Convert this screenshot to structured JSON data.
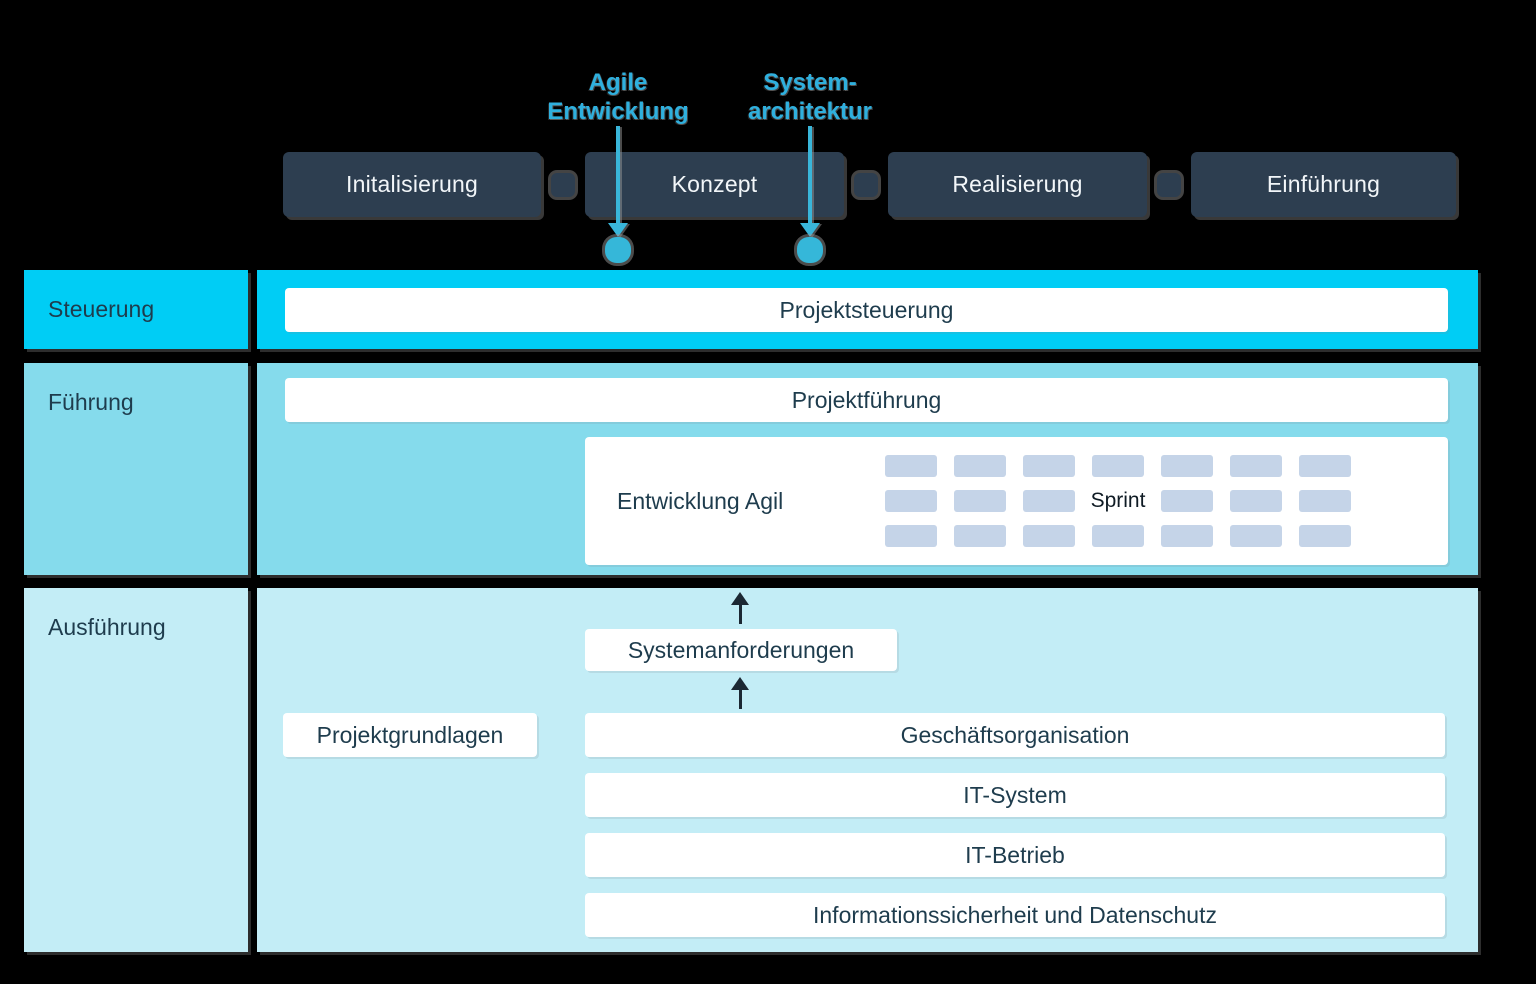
{
  "callouts": [
    {
      "line1": "Agile",
      "line2": "Entwicklung"
    },
    {
      "line1": "System-",
      "line2": "architektur"
    }
  ],
  "phases": [
    {
      "label": "Initalisierung"
    },
    {
      "label": "Konzept"
    },
    {
      "label": "Realisierung"
    },
    {
      "label": "Einführung"
    }
  ],
  "bands": {
    "steuerung": {
      "label": "Steuerung",
      "bar": "Projektsteuerung"
    },
    "fuehrung": {
      "label": "Führung",
      "bar": "Projektführung",
      "agile_box": {
        "label": "Entwicklung Agil",
        "sprint_label": "Sprint",
        "grid": {
          "rows": 3,
          "cols": 7,
          "label_row": 1,
          "label_col": 3
        }
      }
    },
    "ausfuehrung": {
      "label": "Ausführung",
      "system_requirements": "Systemanforderungen",
      "project_basics": "Projektgrundlagen",
      "bars": [
        "Geschäftsorganisation",
        "IT-System",
        "IT-Betrieb",
        "Informationssicherheit und Datenschutz"
      ]
    }
  },
  "colors": {
    "background": "#000000",
    "phase_box": "#2d3e50",
    "phase_text": "#f2f6f9",
    "steuerung_band": "#00cdf5",
    "fuehrung_band": "#85dbec",
    "ausfuehrung_band": "#c3edf6",
    "white_bar": "#ffffff",
    "dark_text": "#1e3c4d",
    "callout_cyan": "#2fb0de",
    "dot_cyan": "#39b6da",
    "sprint_block": "#c5d4e8",
    "arrow_dark": "#1c2833"
  }
}
